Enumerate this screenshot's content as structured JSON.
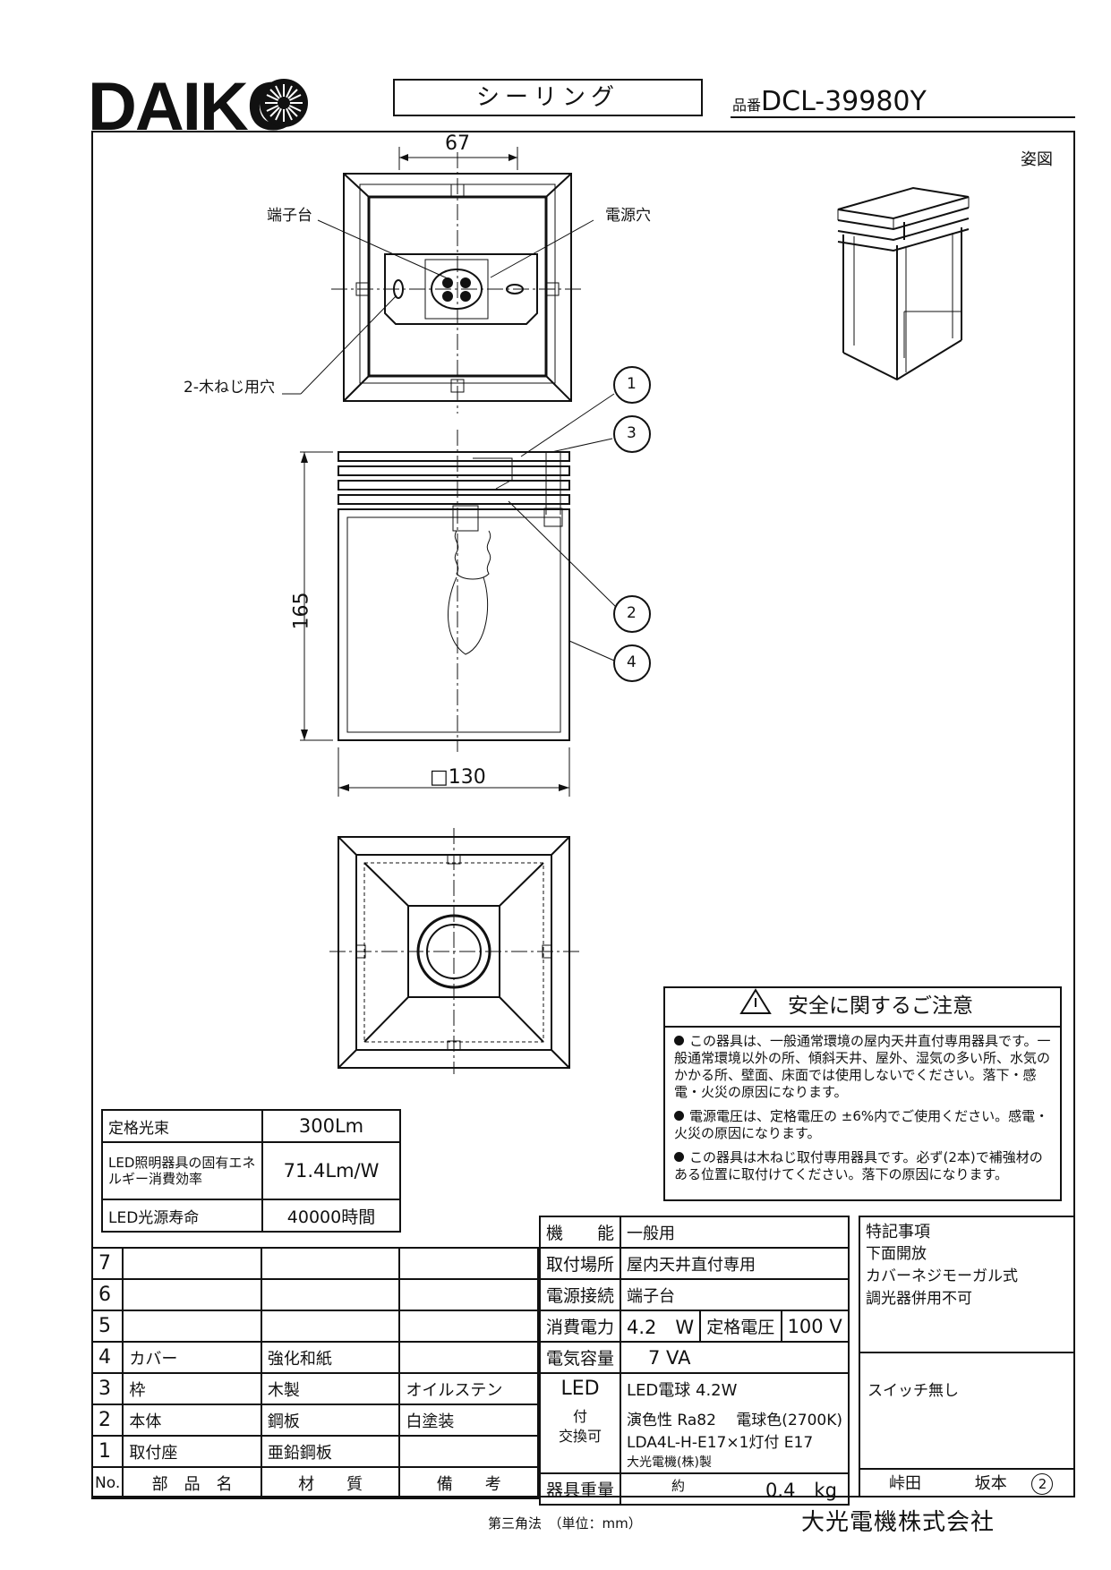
{
  "header": {
    "brand": "DAIKO",
    "product_type": "シーリング",
    "part_label": "品番",
    "part_number": "DCL-39980Y"
  },
  "drawing": {
    "perspective_label": "姿図",
    "dim_width_top": "67",
    "dim_height": "165",
    "dim_base": "□130",
    "callouts": {
      "terminal": "端子台",
      "power_hole": "電源穴",
      "screw_holes": "2-木ねじ用穴"
    },
    "part_numbers": [
      "1",
      "2",
      "3",
      "4"
    ]
  },
  "safety": {
    "title": "安全に関するご注意",
    "items": [
      "この器具は、一般通常環境の屋内天井直付専用器具です。一般通常環境以外の所、傾斜天井、屋外、湿気の多い所、水気のかかる所、壁面、床面では使用しないでください。落下・感電・火災の原因になります。",
      "電源電圧は、定格電圧の ±6%内でご使用ください。感電・火災の原因になります。",
      "この器具は木ねじ取付専用器具です。必ず(2本)で補強材のある位置に取付けてください。落下の原因になります。"
    ]
  },
  "spec": {
    "rows": [
      {
        "label": "定格光束",
        "value": "300Lm"
      },
      {
        "label": "LED照明器具の固有エネルギー消費効率",
        "value": "71.4Lm/W"
      },
      {
        "label": "LED光源寿命",
        "value": "40000時間"
      }
    ]
  },
  "parts": {
    "rows": [
      {
        "no": "7",
        "name": "",
        "material": "",
        "note": ""
      },
      {
        "no": "6",
        "name": "",
        "material": "",
        "note": ""
      },
      {
        "no": "5",
        "name": "",
        "material": "",
        "note": ""
      },
      {
        "no": "4",
        "name": "カバー",
        "material": "強化和紙",
        "note": ""
      },
      {
        "no": "3",
        "name": "枠",
        "material": "木製",
        "note": "オイルステン"
      },
      {
        "no": "2",
        "name": "本体",
        "material": "鋼板",
        "note": "白塗装"
      },
      {
        "no": "1",
        "name": "取付座",
        "material": "亜鉛鋼板",
        "note": ""
      }
    ],
    "headers": {
      "no": "No.",
      "name": "部　品　名",
      "material": "材　　質",
      "note": "備　　考"
    }
  },
  "main": {
    "function_label": "機　　能",
    "function_value": "一般用",
    "mount_label": "取付場所",
    "mount_value": "屋内天井直付専用",
    "power_conn_label": "電源接続",
    "power_conn_value": "端子台",
    "consumption_label": "消費電力",
    "consumption_value": "4.2　W",
    "rated_voltage_label": "定格電圧",
    "rated_voltage_value": "100 V",
    "capacity_label": "電気容量",
    "capacity_value": "7 VA",
    "led_label": "LED",
    "led_sub": "付\n交換可",
    "led_line1": "LED電球 4.2W",
    "led_line2": "演色性 Ra82　 電球色(2700K)",
    "led_line3": "LDA4L-H-E17×1灯付 E17",
    "led_line4": "大光電機(株)製",
    "weight_label": "器具重量",
    "weight_prefix": "約",
    "weight_value": "0.4　kg"
  },
  "notes": {
    "title": "特記事項",
    "lines": [
      "下面開放",
      "カバーネジモーガル式",
      "調光器併用不可"
    ],
    "switch": "スイッチ無し"
  },
  "signatures": {
    "a": "峠田",
    "b": "坂本",
    "rev": "2"
  },
  "footer": {
    "projection": "第三角法　（単位：mm）",
    "company": "大光電機株式会社"
  }
}
